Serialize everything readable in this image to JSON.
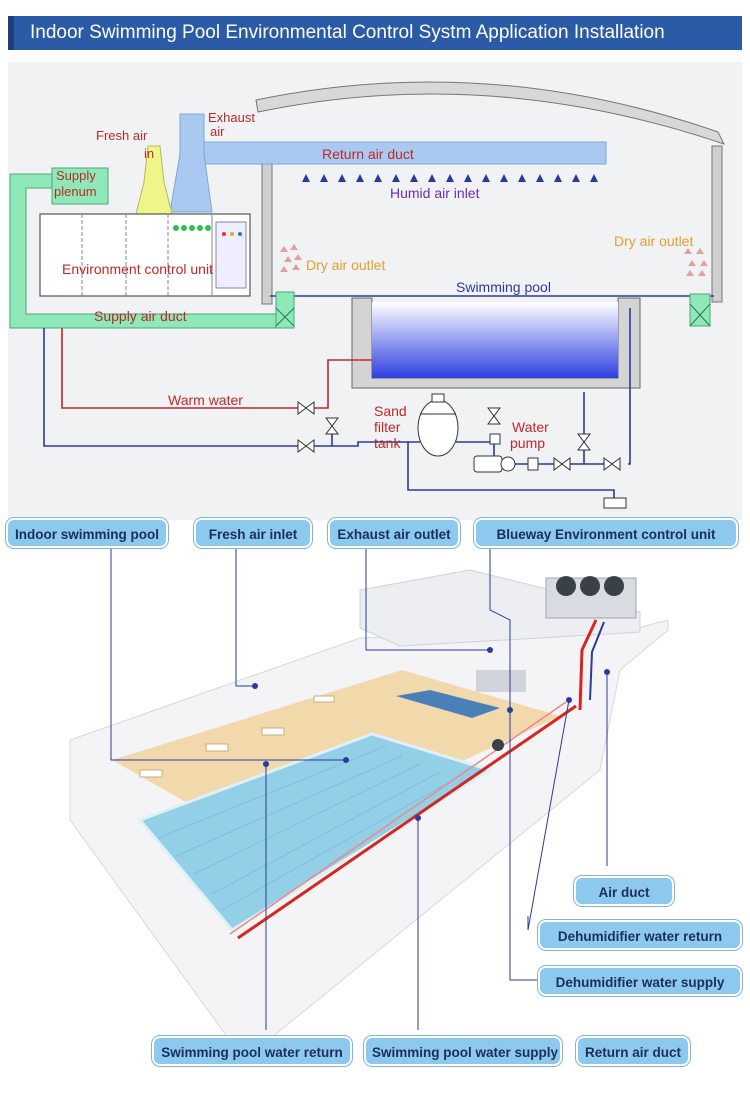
{
  "header": {
    "title": "Indoor Swimming  Pool Environmental Control  Systm Application Installation"
  },
  "schematic": {
    "fresh_air_line1": "Fresh air",
    "fresh_air_line2": "in",
    "exhaust_line1": "Exhaust",
    "exhaust_line2": "air",
    "supply_plenum_line1": "Supply",
    "supply_plenum_line2": "plenum",
    "return_air_duct": "Return air duct",
    "humid_air_inlet": "Humid air inlet",
    "environment_control_unit": "Environment control unit",
    "dry_air_outlet_left": "Dry air outlet",
    "dry_air_outlet_right": "Dry air outlet",
    "swimming_pool": "Swimming pool",
    "supply_air_duct": "Supply air duct",
    "warm_water": "Warm water",
    "sand_line1": "Sand",
    "sand_line2": "filter",
    "sand_line3": "tank",
    "pump_line1": "Water",
    "pump_line2": "pump"
  },
  "callouts": {
    "indoor_swimming_pool": "Indoor swimming pool",
    "fresh_air_inlet": "Fresh air inlet",
    "exhaust_air_outlet": "Exhaust air outlet",
    "blueway_unit": "Blueway Environment control unit",
    "air_duct": "Air duct",
    "dehumidifier_water_return": "Dehumidifier water return",
    "dehumidifier_water_supply": "Dehumidifier water supply",
    "pool_water_return": "Swimming pool water return",
    "pool_water_supply": "Swimming pool water supply",
    "return_air_duct": "Return air duct"
  },
  "colors": {
    "header_bg": "#2b5aa6",
    "callout_bg": "#8dc8ee",
    "warm_water_line": "#c0282a",
    "cold_water_line": "#2b3a9e",
    "duct_green": "#8ee8b8",
    "duct_blue": "#a9c9f0"
  }
}
